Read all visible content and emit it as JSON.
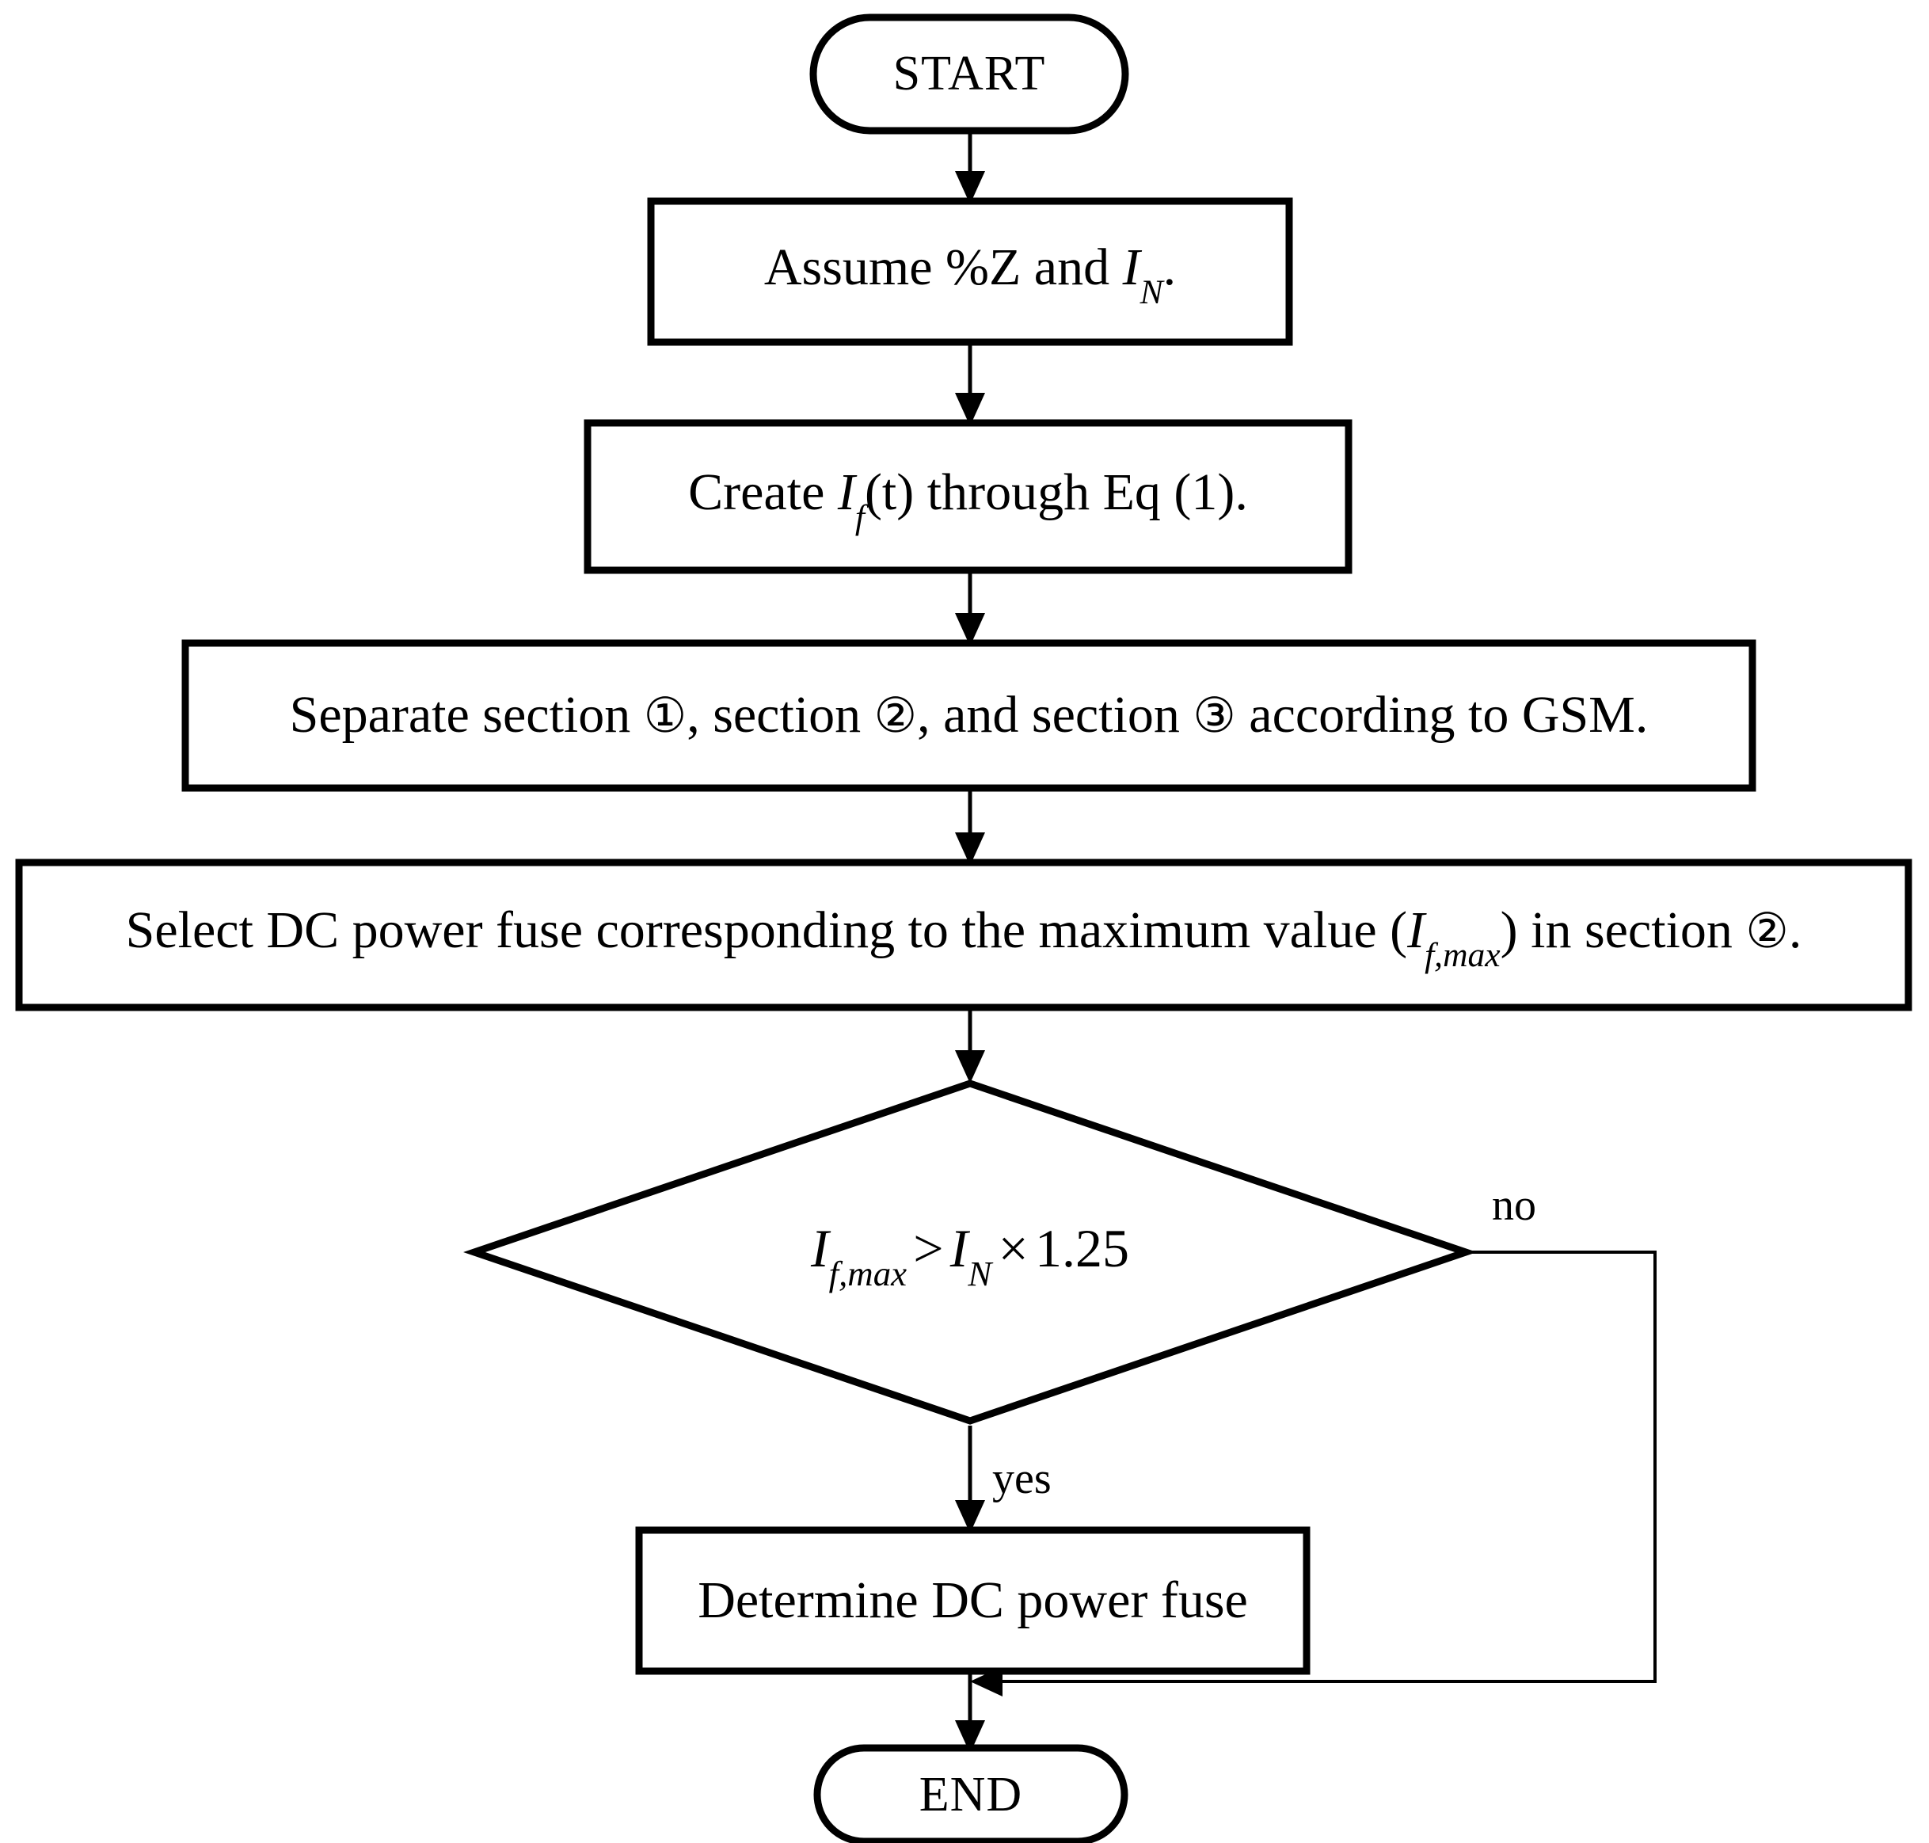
{
  "diagram": {
    "title": "DC power fuse selection flowchart",
    "background_color": "#ffffff",
    "line_color": "#000000"
  },
  "nodes": {
    "start": {
      "type": "terminal",
      "label": "START"
    },
    "assume": {
      "type": "process",
      "text_prefix": "Assume %Z and ",
      "var_base": "I",
      "var_sub": "N",
      "text_suffix": "."
    },
    "create": {
      "type": "process",
      "text_prefix": "Create ",
      "var_base": "I",
      "var_sub": "f",
      "text_suffix": "(t) through Eq (1)."
    },
    "separate": {
      "type": "process",
      "part1": "Separate section ",
      "circle1": "①",
      "part2": ", section ",
      "circle2": "②",
      "part3": ", and section ",
      "circle3": "③",
      "part4": " according to GSM."
    },
    "select": {
      "type": "process",
      "part1": "Select DC power fuse corresponding to the maximum value (",
      "var_base": "I",
      "var_sub": "f,max",
      "part2": ") in section ",
      "circle2": "②",
      "part3": "."
    },
    "decision": {
      "type": "decision",
      "lhs_base": "I",
      "lhs_sub": "f,max",
      "operator": ">",
      "rhs_base": "I",
      "rhs_sub": "N",
      "multiply": "×",
      "factor": "1.25"
    },
    "determine": {
      "type": "process",
      "label": "Determine DC power fuse"
    },
    "end": {
      "type": "terminal",
      "label": "END"
    }
  },
  "edges": {
    "yes_label": "yes",
    "no_label": "no"
  }
}
